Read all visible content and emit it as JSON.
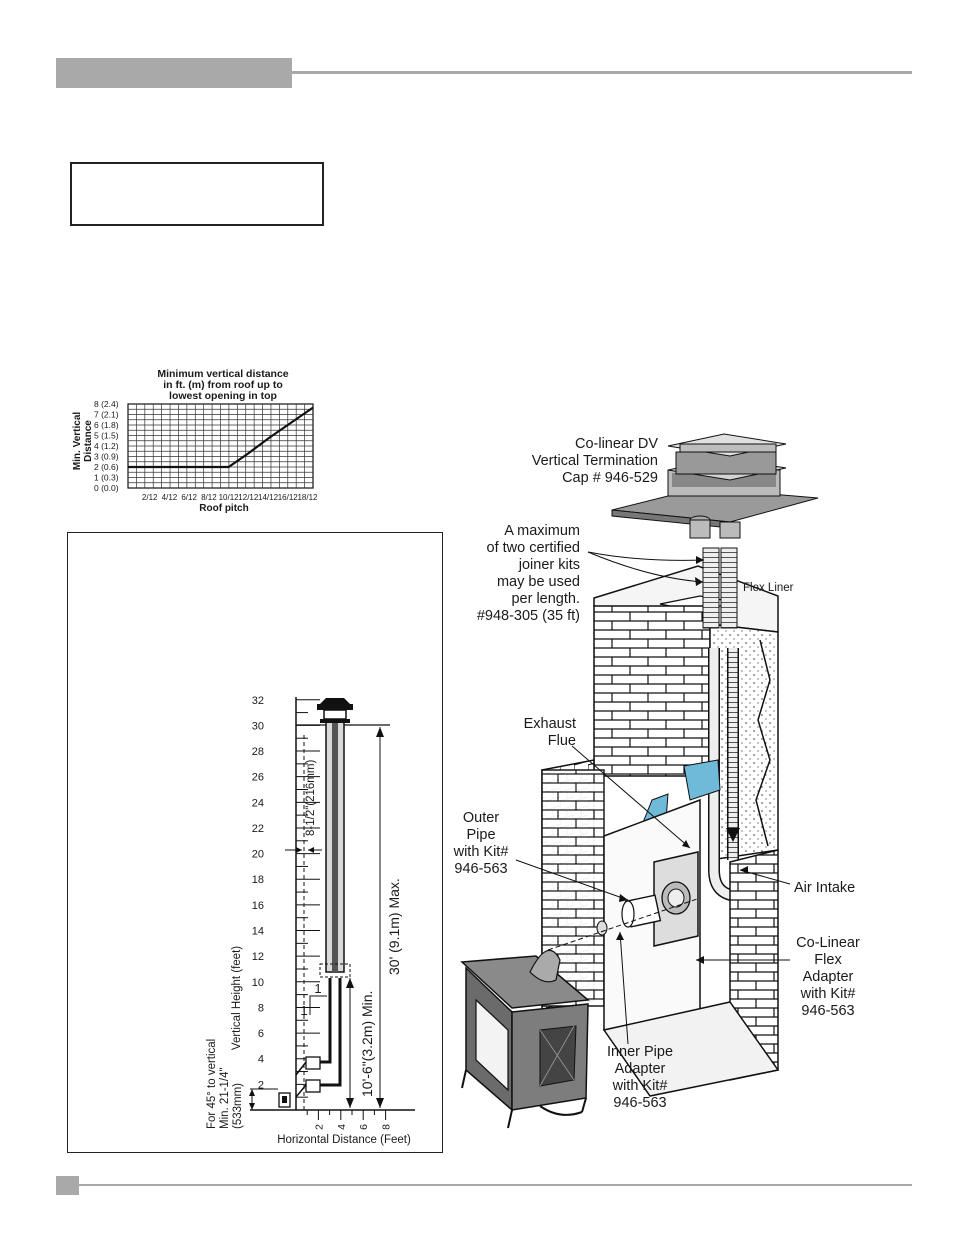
{
  "roof_chart": {
    "title_lines": [
      "Minimum vertical distance",
      "in ft. (m) from roof up to",
      "lowest opening in top"
    ],
    "ylabel_lines": [
      "Min. Vertical",
      "Distance"
    ],
    "xlabel": "Roof pitch",
    "y_ticks": [
      "0  (0.0)",
      "1  (0.3)",
      "2  (0.6)",
      "3  (0.9)",
      "4  (1.2)",
      "5  (1.5)",
      "6  (1.8)",
      "7  (2.1)",
      "8  (2.4)"
    ],
    "x_ticks": [
      "2/12",
      "4/12",
      "6/12",
      "8/12",
      "10/12",
      "12/12",
      "14/12",
      "16/12",
      "18/12"
    ]
  },
  "chart_data": {
    "type": "line",
    "title": "Minimum vertical distance in ft. (m) from roof up to lowest opening in top",
    "xlabel": "Roof pitch",
    "ylabel": "Min. Vertical Distance",
    "categories": [
      "2/12",
      "4/12",
      "6/12",
      "8/12",
      "10/12",
      "12/12",
      "14/12",
      "16/12",
      "18/12"
    ],
    "values": [
      2,
      2,
      2,
      2,
      2,
      3.3,
      4.7,
      6,
      7.3
    ],
    "ylim": [
      0,
      8
    ],
    "grid": true
  },
  "vent_diagram": {
    "y_ticks": [
      "2",
      "4",
      "6",
      "8",
      "10",
      "12",
      "14",
      "16",
      "18",
      "20",
      "22",
      "24",
      "26",
      "28",
      "30",
      "32"
    ],
    "x_ticks": [
      "2",
      "4",
      "6",
      "8"
    ],
    "ylabel": "Vertical Height (feet)",
    "xlabel": "Horizontal Distance (Feet)",
    "dim_offset": "8-1/2\"(216mm)",
    "dim_max": "30' (9.1m) Max.",
    "dim_min": "10'-6\"(3.2m) Min.",
    "slope_rise": "1",
    "slope_run": "1",
    "note_lines": [
      "For 45° to vertical",
      "Min. 21-1/4\"",
      "(533mm)"
    ]
  },
  "illustration": {
    "cap_lines": [
      "Co-linear DV",
      "Vertical Termination",
      "Cap # 946-529"
    ],
    "joiner_lines": [
      "A maximum",
      "of two certified",
      "joiner kits",
      "may be used",
      "per length.",
      "#948-305 (35 ft)"
    ],
    "flex_liner": "Flex Liner",
    "exhaust_lines": [
      "Exhaust",
      "Flue"
    ],
    "outer_lines": [
      "Outer",
      "Pipe",
      "with Kit#",
      "946-563"
    ],
    "air_intake": "Air Intake",
    "colinear_lines": [
      "Co-Linear",
      "Flex",
      "Adapter",
      "with Kit#",
      "946-563"
    ],
    "inner_lines": [
      "Inner Pipe",
      "Adapter",
      "with Kit#",
      "946-563"
    ]
  },
  "colors": {
    "accent_gray": "#a9a9a9",
    "insulation_blue": "#6fb9d9"
  }
}
